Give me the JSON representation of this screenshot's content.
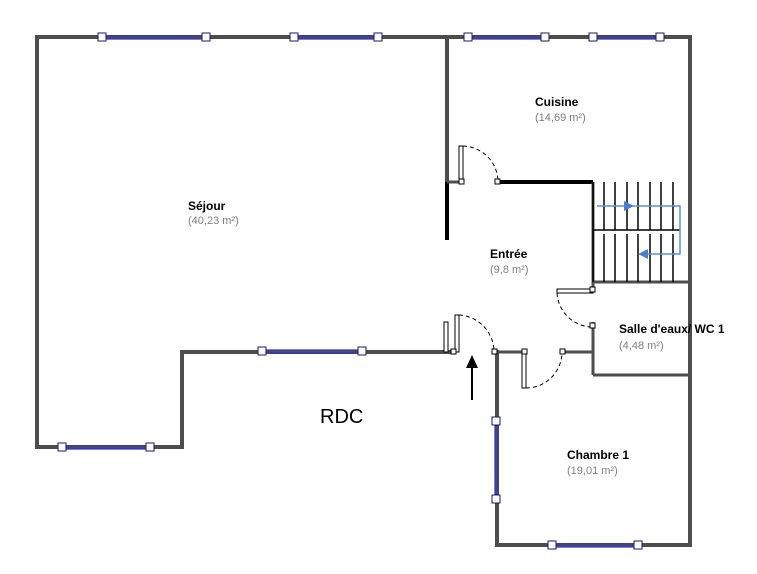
{
  "plan": {
    "level_label": "RDC",
    "colors": {
      "wall": "#4d4d4d",
      "window": "#3333cc",
      "stair_arrow": "#5b8fd6",
      "area_text": "#808080"
    },
    "rooms": [
      {
        "id": "sejour",
        "name": "Séjour",
        "area": "(40,23 m²)"
      },
      {
        "id": "cuisine",
        "name": "Cuisine",
        "area": "(14,69 m²)"
      },
      {
        "id": "entree",
        "name": "Entrée",
        "area": "(9,8 m²)"
      },
      {
        "id": "salle-eau",
        "name": "Salle d'eaux/ WC 1",
        "area": "(4,48 m²)"
      },
      {
        "id": "chambre",
        "name": "Chambre 1",
        "area": "(19,01 m²)"
      }
    ],
    "icons": {
      "entrance": "entrance-arrow-icon",
      "stairs": "staircase-icon"
    }
  }
}
